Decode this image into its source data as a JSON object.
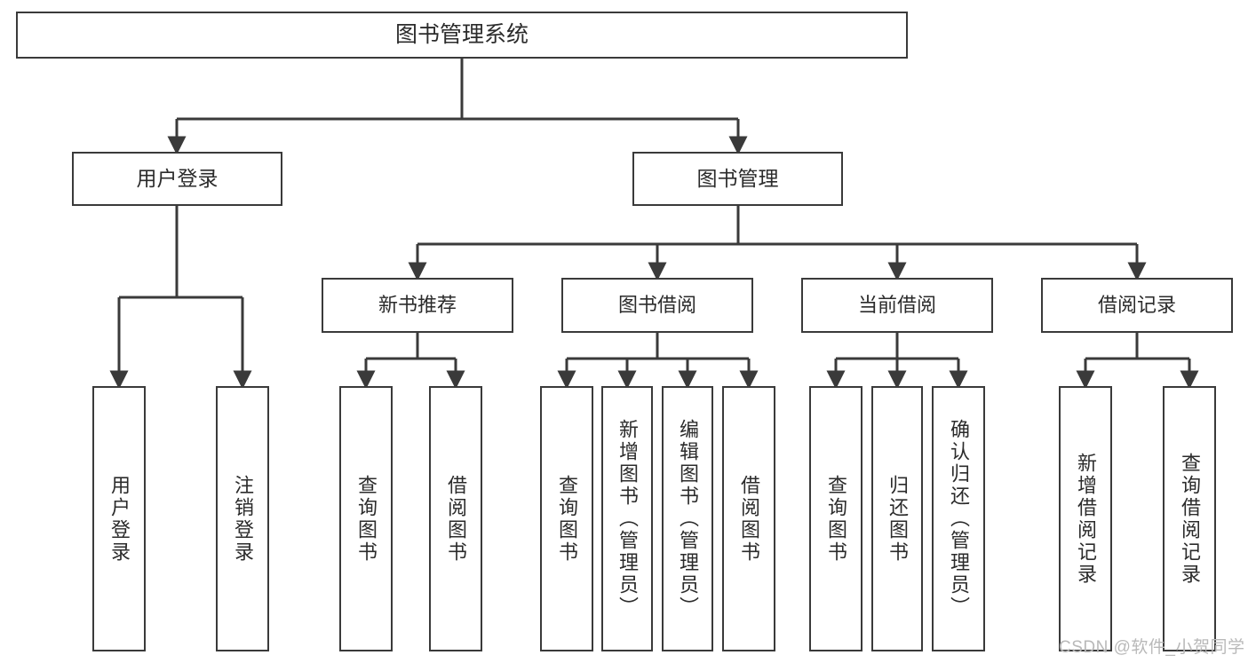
{
  "diagram": {
    "title": "图书管理系统",
    "type": "hierarchy-tree",
    "colors": {
      "box_border": "#3a3a3a",
      "box_fill": "#ffffff",
      "text": "#2b2b2b",
      "edge": "#3a3a3a",
      "watermark": "#b9b9b9",
      "background": "#ffffff"
    },
    "root": {
      "id": "root",
      "label": "图书管理系统"
    },
    "level2": [
      {
        "id": "user-login",
        "label": "用户登录"
      },
      {
        "id": "book-manage",
        "label": "图书管理"
      }
    ],
    "level3": [
      {
        "id": "new-book-rec",
        "label": "新书推荐",
        "parent": "book-manage"
      },
      {
        "id": "book-borrow",
        "label": "图书借阅",
        "parent": "book-manage"
      },
      {
        "id": "current-borrow",
        "label": "当前借阅",
        "parent": "book-manage"
      },
      {
        "id": "borrow-record",
        "label": "借阅记录",
        "parent": "book-manage"
      }
    ],
    "leaves": [
      {
        "id": "leaf-user-login",
        "label": "用户登录",
        "parent": "user-login"
      },
      {
        "id": "leaf-logout",
        "label": "注销登录",
        "parent": "user-login"
      },
      {
        "id": "leaf-query-book-1",
        "label": "查询图书",
        "parent": "new-book-rec"
      },
      {
        "id": "leaf-borrow-book-1",
        "label": "借阅图书",
        "parent": "new-book-rec"
      },
      {
        "id": "leaf-query-book-2",
        "label": "查询图书",
        "parent": "book-borrow"
      },
      {
        "id": "leaf-add-book",
        "label": "新增图书（管理员）",
        "parent": "book-borrow"
      },
      {
        "id": "leaf-edit-book",
        "label": "编辑图书（管理员）",
        "parent": "book-borrow"
      },
      {
        "id": "leaf-borrow-book-2",
        "label": "借阅图书",
        "parent": "book-borrow"
      },
      {
        "id": "leaf-query-book-3",
        "label": "查询图书",
        "parent": "current-borrow"
      },
      {
        "id": "leaf-return-book",
        "label": "归还图书",
        "parent": "current-borrow"
      },
      {
        "id": "leaf-confirm-return",
        "label": "确认归还（管理员）",
        "parent": "current-borrow"
      },
      {
        "id": "leaf-add-record",
        "label": "新增借阅记录",
        "parent": "borrow-record"
      },
      {
        "id": "leaf-query-record",
        "label": "查询借阅记录",
        "parent": "borrow-record"
      }
    ],
    "watermark": "CSDN @软件_小贺同学"
  }
}
